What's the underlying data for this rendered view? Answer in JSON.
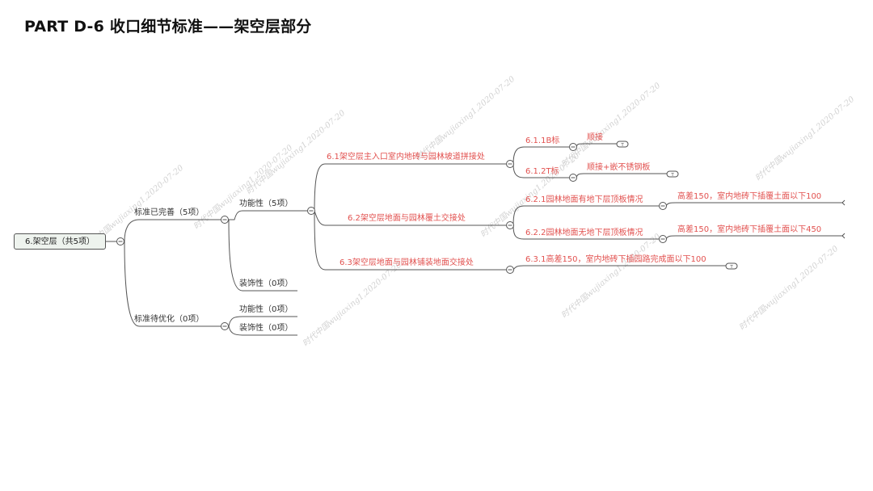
{
  "title": "PART D-6 收口细节标准——架空层部分",
  "watermark": "时代中国wujiaxing1,2020-07-20",
  "colors": {
    "accent": "#e2514f",
    "line": "#555555",
    "root_bg": "#eef3ee"
  },
  "mindmap": {
    "root": "6.架空层（共5项）",
    "branch_complete": "标准已完善（5项）",
    "branch_pending": "标准待优化（0项）",
    "functional_5": "功能性（5项）",
    "decorative_0a": "装饰性（0项）",
    "functional_0": "功能性（0项）",
    "decorative_0b": "装饰性（0项）",
    "n61": "6.1架空层主入口室内地砖与园林坡道拼接处",
    "n611": "6.1.1B标",
    "n611_detail": "顺接",
    "n612": "6.1.2T标",
    "n612_detail": "顺接+嵌不锈钢板",
    "n62": "6.2架空层地面与园林覆土交接处",
    "n621": "6.2.1园林地面有地下层顶板情况",
    "n621_detail": "高差150，室内地砖下插覆土面以下100",
    "n622": "6.2.2园林地面无地下层顶板情况",
    "n622_detail": "高差150，室内地砖下插覆土面以下450",
    "n63": "6.3架空层地面与园林铺装地面交接处",
    "n631": "6.3.1高差150，室内地砖下插园路完成面以下100",
    "note_marker": "T"
  }
}
